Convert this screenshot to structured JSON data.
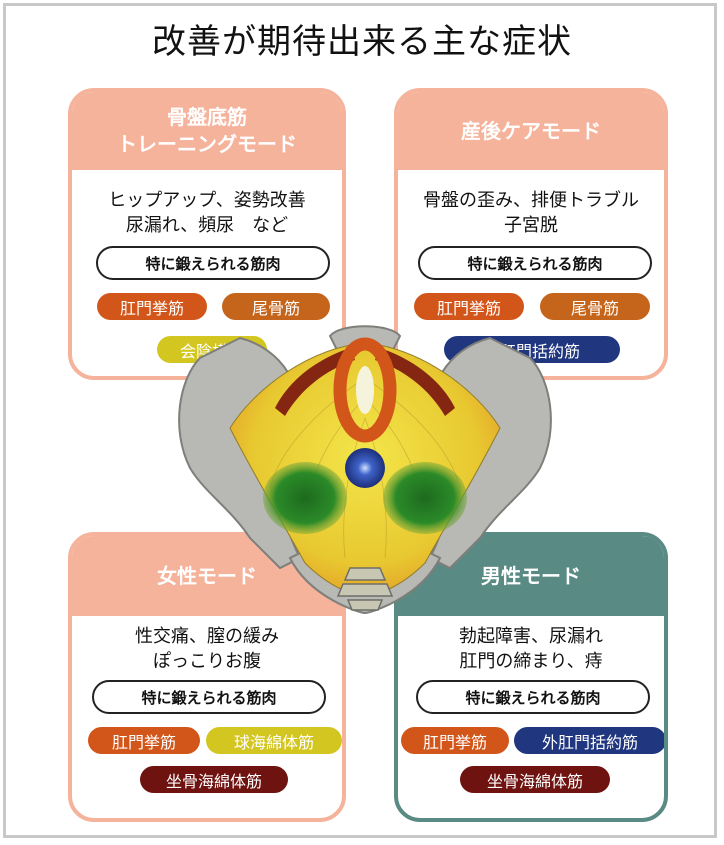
{
  "title": "改善が期待出来る主な症状",
  "common": {
    "muscle_heading": "特に鍛えられる筋肉"
  },
  "cards": {
    "pelvic": {
      "title_line1": "骨盤底筋",
      "title_line2": "トレーニングモード",
      "symptom_line1": "ヒップアップ、姿勢改善",
      "symptom_line2": "尿漏れ、頻尿　など",
      "muscles": [
        "肛門挙筋",
        "尾骨筋",
        "会陰横筋"
      ]
    },
    "postpartum": {
      "title_line1": "産後ケアモード",
      "symptom_line1": "骨盤の歪み、排便トラブル",
      "symptom_line2": "子宮脱",
      "muscles": [
        "肛門挙筋",
        "尾骨筋",
        "外肛門括約筋"
      ]
    },
    "female": {
      "title_line1": "女性モード",
      "symptom_line1": "性交痛、膣の緩み",
      "symptom_line2": "ぽっこりお腹",
      "muscles": [
        "肛門挙筋",
        "球海綿体筋",
        "坐骨海綿体筋"
      ]
    },
    "male": {
      "title_line1": "男性モード",
      "symptom_line1": "勃起障害、尿漏れ",
      "symptom_line2": "肛門の締まり、痔",
      "muscles": [
        "肛門挙筋",
        "外肛門括約筋",
        "坐骨海綿体筋"
      ]
    }
  },
  "colors": {
    "card_border": "#f5b39c",
    "male_card": "#5a8a84",
    "levator_ani": "#d2561a",
    "coccygeus": "#c5651c",
    "transverse_perineal": "#d4c620",
    "external_anal_sphincter": "#20367f",
    "ischiocavernosus": "#6e130f"
  }
}
